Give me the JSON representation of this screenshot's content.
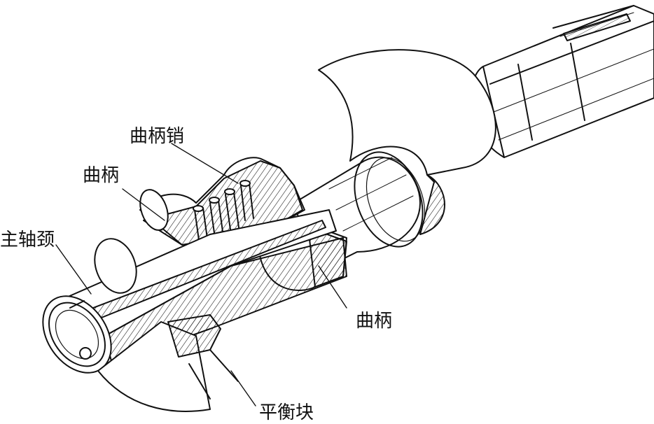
{
  "labels": {
    "crank_pin": "曲柄销",
    "crank_arm_upper": "曲柄",
    "main_journal": "主轴颈",
    "crank_arm_lower": "曲柄",
    "counterweight": "平衡块"
  },
  "colors": {
    "line": "#111111",
    "background": "#ffffff"
  }
}
